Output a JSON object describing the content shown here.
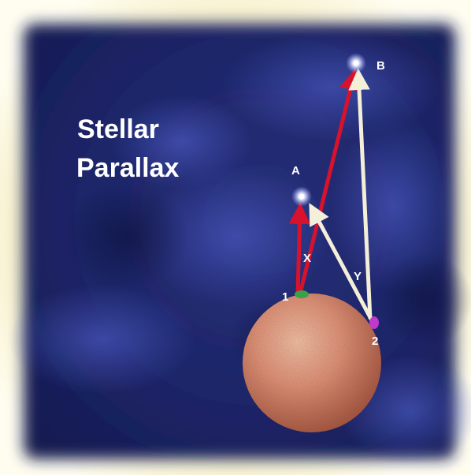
{
  "title": {
    "line1": "Stellar",
    "line2": "Parallax"
  },
  "labels": {
    "star_near": "A",
    "star_far": "B",
    "position_1": "1",
    "position_2": "2",
    "angle_x": "X",
    "angle_y": "Y"
  },
  "colors": {
    "frame_glow": "#f4edc2",
    "sky": "#1c2466",
    "sky_cloud": "#3b48a8",
    "planet_light": "#f2b89a",
    "planet_dark": "#9a4a34",
    "sightline_from_1": "#d8122c",
    "sightline_from_2": "#f3efd8",
    "marker_1": "#3aa04a",
    "marker_2": "#c23acb",
    "star_glow": "#ffffff",
    "text": "#ffffff"
  }
}
